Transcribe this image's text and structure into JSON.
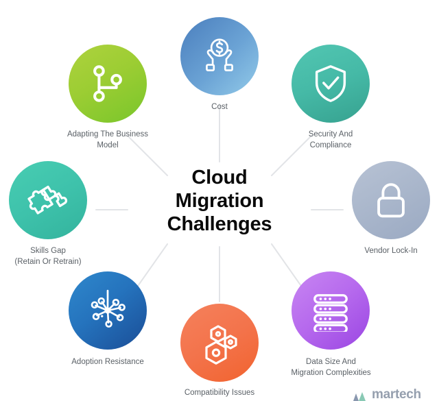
{
  "diagram": {
    "center": {
      "lines": [
        "Cloud",
        "Migration",
        "Challenges"
      ]
    },
    "nodes": [
      {
        "id": "adapting-the-business-model",
        "label": "Adapting The Business\nModel",
        "icon": "git-branch-icon",
        "color_start": "#aed23e",
        "color_end": "#79c62b",
        "position": "top-left"
      },
      {
        "id": "cost",
        "label": "Cost",
        "icon": "hands-holding-coin-icon",
        "color_start": "#4a7ebd",
        "color_end": "#93cbe9",
        "position": "top"
      },
      {
        "id": "security-and-compliance",
        "label": "Security And\nCompliance",
        "icon": "shield-check-icon",
        "color_start": "#52c6b2",
        "color_end": "#36a18f",
        "position": "top-right"
      },
      {
        "id": "skills-gap",
        "label": "Skills Gap\n(Retain Or Retrain)",
        "icon": "puzzle-pieces-icon",
        "color_start": "#48cdb2",
        "color_end": "#33b39d",
        "position": "left"
      },
      {
        "id": "vendor-lock-in",
        "label": "Vendor Lock-In",
        "icon": "padlock-icon",
        "color_start": "#b7c2d4",
        "color_end": "#9aa9c2",
        "position": "right"
      },
      {
        "id": "adoption-resistance",
        "label": "Adoption Resistance",
        "icon": "network-hub-icon",
        "color_start": "#2f88cc",
        "color_end": "#1a4d96",
        "position": "bottom-left"
      },
      {
        "id": "compatibility-issues",
        "label": "Compatibility Issues",
        "icon": "hexagon-molecules-icon",
        "color_start": "#f5815c",
        "color_end": "#f2632e",
        "position": "bottom"
      },
      {
        "id": "data-size-and-migration-complexities",
        "label": "Data Size And\nMigration Complexities",
        "icon": "server-stack-icon",
        "color_start": "#c886f2",
        "color_end": "#9a45e2",
        "position": "bottom-right"
      }
    ],
    "connector_color": "#e2e4e7"
  },
  "watermark": {
    "text": "martech",
    "icon": "martech-logo-icon",
    "color": "#8d97a8"
  }
}
